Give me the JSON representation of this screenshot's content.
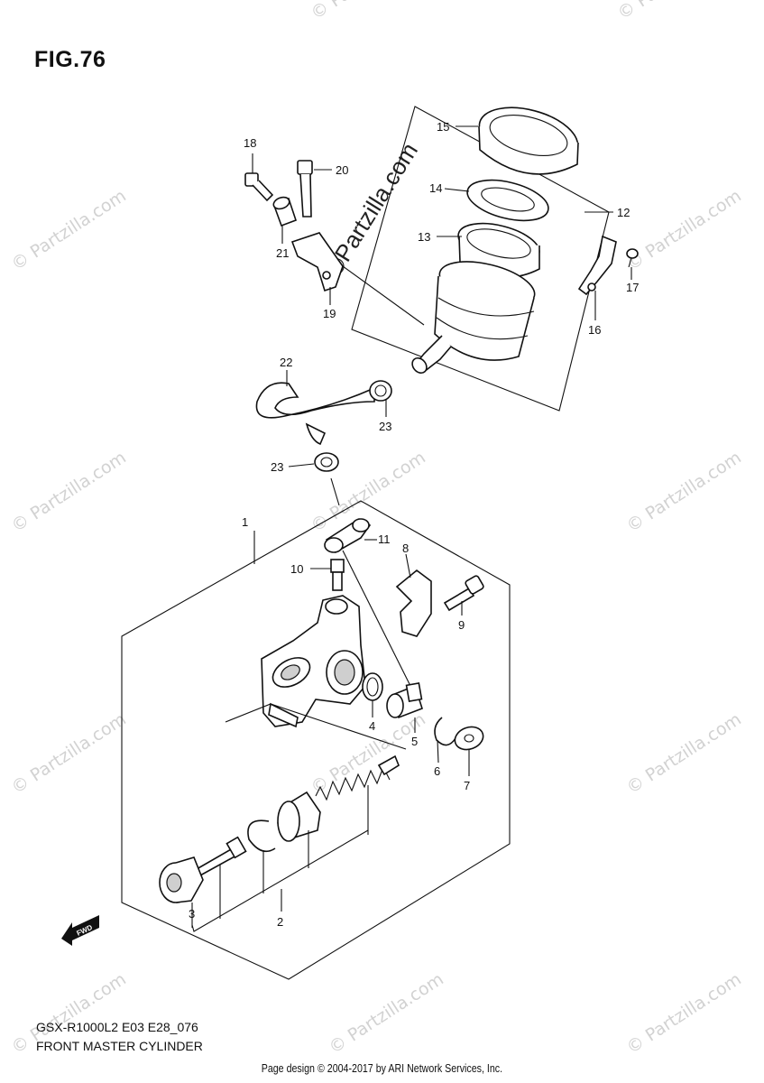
{
  "figure": {
    "title": "FIG.76",
    "model_code": "GSX-R1000L2 E03 E28_076",
    "caption": "FRONT MASTER CYLINDER",
    "copyright": "Page design © 2004-2017 by ARI Network Services, Inc."
  },
  "watermark": {
    "tile_text": "© Partzilla.com",
    "center_text": "©Partzilla.com"
  },
  "callouts": [
    {
      "id": "1",
      "label": "1"
    },
    {
      "id": "2",
      "label": "2"
    },
    {
      "id": "3",
      "label": "3"
    },
    {
      "id": "4",
      "label": "4"
    },
    {
      "id": "5",
      "label": "5"
    },
    {
      "id": "6",
      "label": "6"
    },
    {
      "id": "7",
      "label": "7"
    },
    {
      "id": "8",
      "label": "8"
    },
    {
      "id": "9",
      "label": "9"
    },
    {
      "id": "10",
      "label": "10"
    },
    {
      "id": "11",
      "label": "11"
    },
    {
      "id": "12",
      "label": "12"
    },
    {
      "id": "13",
      "label": "13"
    },
    {
      "id": "14",
      "label": "14"
    },
    {
      "id": "15",
      "label": "15"
    },
    {
      "id": "16",
      "label": "16"
    },
    {
      "id": "17",
      "label": "17"
    },
    {
      "id": "18",
      "label": "18"
    },
    {
      "id": "19",
      "label": "19"
    },
    {
      "id": "20",
      "label": "20"
    },
    {
      "id": "21",
      "label": "21"
    },
    {
      "id": "22",
      "label": "22"
    },
    {
      "id": "23a",
      "label": "23"
    },
    {
      "id": "23b",
      "label": "23"
    }
  ],
  "direction_badge": "FWD"
}
